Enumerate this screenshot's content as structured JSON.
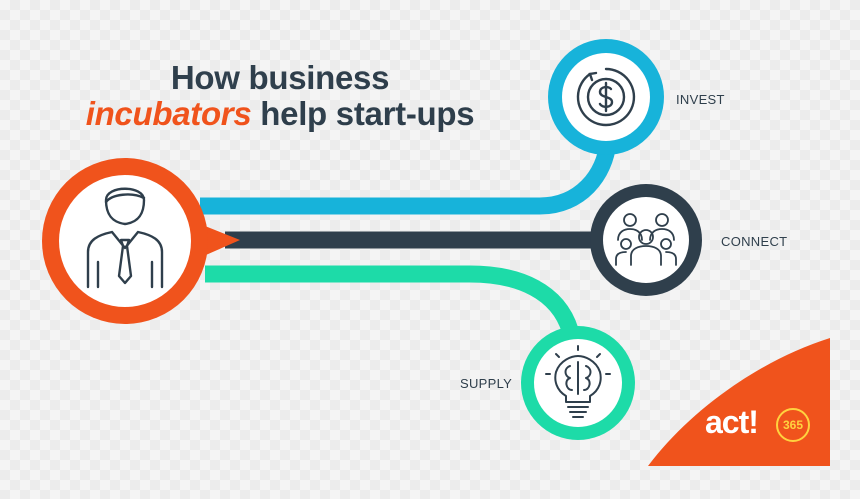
{
  "title": {
    "line1": "How business",
    "line2_accent": "incubators",
    "line2_rest": "help start-ups"
  },
  "nodes": {
    "invest": {
      "label": "INVEST",
      "icon": "dollar-coin-icon",
      "color": "#17b3da"
    },
    "connect": {
      "label": "CONNECT",
      "icon": "team-people-icon",
      "color": "#2f3f4c"
    },
    "supply": {
      "label": "SUPPLY",
      "icon": "lightbulb-brain-icon",
      "color": "#1ddba8"
    },
    "person": {
      "icon": "businessman-icon",
      "color": "#f0531c"
    }
  },
  "brand": {
    "name": "act!",
    "badge": "365",
    "color": "#f0531c"
  }
}
